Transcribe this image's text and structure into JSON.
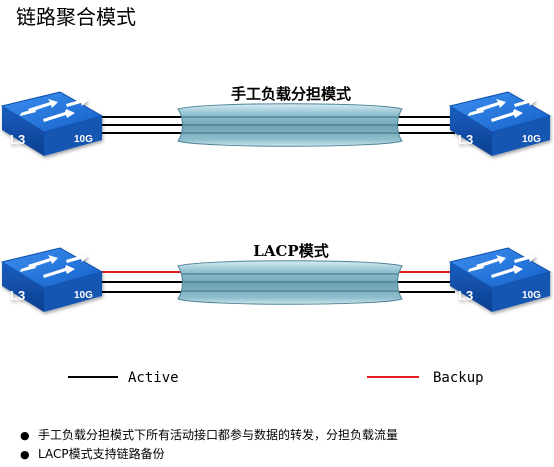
{
  "title": "链路聚合模式",
  "switch_labels": {
    "layer": "L3",
    "speed": "10G"
  },
  "topologies": [
    {
      "label": "手工负载分担模式",
      "links": [
        "active",
        "active",
        "active"
      ]
    },
    {
      "label": "LACP模式",
      "links": [
        "backup",
        "active",
        "active"
      ]
    }
  ],
  "legend": {
    "active_label": "Active",
    "backup_label": "Backup"
  },
  "notes": [
    "手工负载分担模式下所有活动接口都参与数据的转发，分担负载流量",
    "LACP模式支持链路备份"
  ],
  "colors": {
    "active_link": "#000000",
    "backup_link": "#e41e1e",
    "switch_body": "#1060c8",
    "bundle_fill": "#7fb3c3"
  }
}
